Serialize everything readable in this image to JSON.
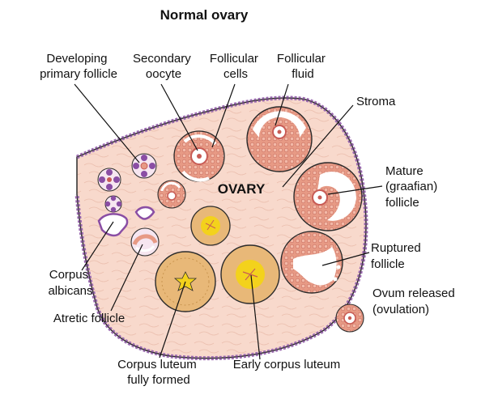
{
  "title": "Normal ovary",
  "organ_label": "OVARY",
  "labels": {
    "developing_primary_follicle": [
      "Developing",
      "primary follicle"
    ],
    "secondary_oocyte": [
      "Secondary",
      "oocyte"
    ],
    "follicular_cells": [
      "Follicular",
      "cells"
    ],
    "follicular_fluid": [
      "Follicular",
      "fluid"
    ],
    "stroma": [
      "Stroma"
    ],
    "mature_follicle": [
      "Mature",
      "(graafian)",
      "follicle"
    ],
    "ruptured_follicle": [
      "Ruptured",
      "follicle"
    ],
    "ovum_released": [
      "Ovum released",
      "(ovulation)"
    ],
    "corpus_albicans": [
      "Corpus",
      "albicans"
    ],
    "atretic_follicle": [
      "Atretic follicle"
    ],
    "corpus_luteum_fully_formed": [
      "Corpus luteum",
      "fully formed"
    ],
    "early_corpus_luteum": [
      "Early corpus luteum"
    ]
  },
  "colors": {
    "stroma": "#f8d9cc",
    "capsule": "#9b6ab0",
    "follicle": "#e79a85",
    "follicle_ring": "#c85c55",
    "luteum": "#e8b878",
    "luteum_core": "#f3d21c",
    "outline": "#2b2b2b"
  }
}
